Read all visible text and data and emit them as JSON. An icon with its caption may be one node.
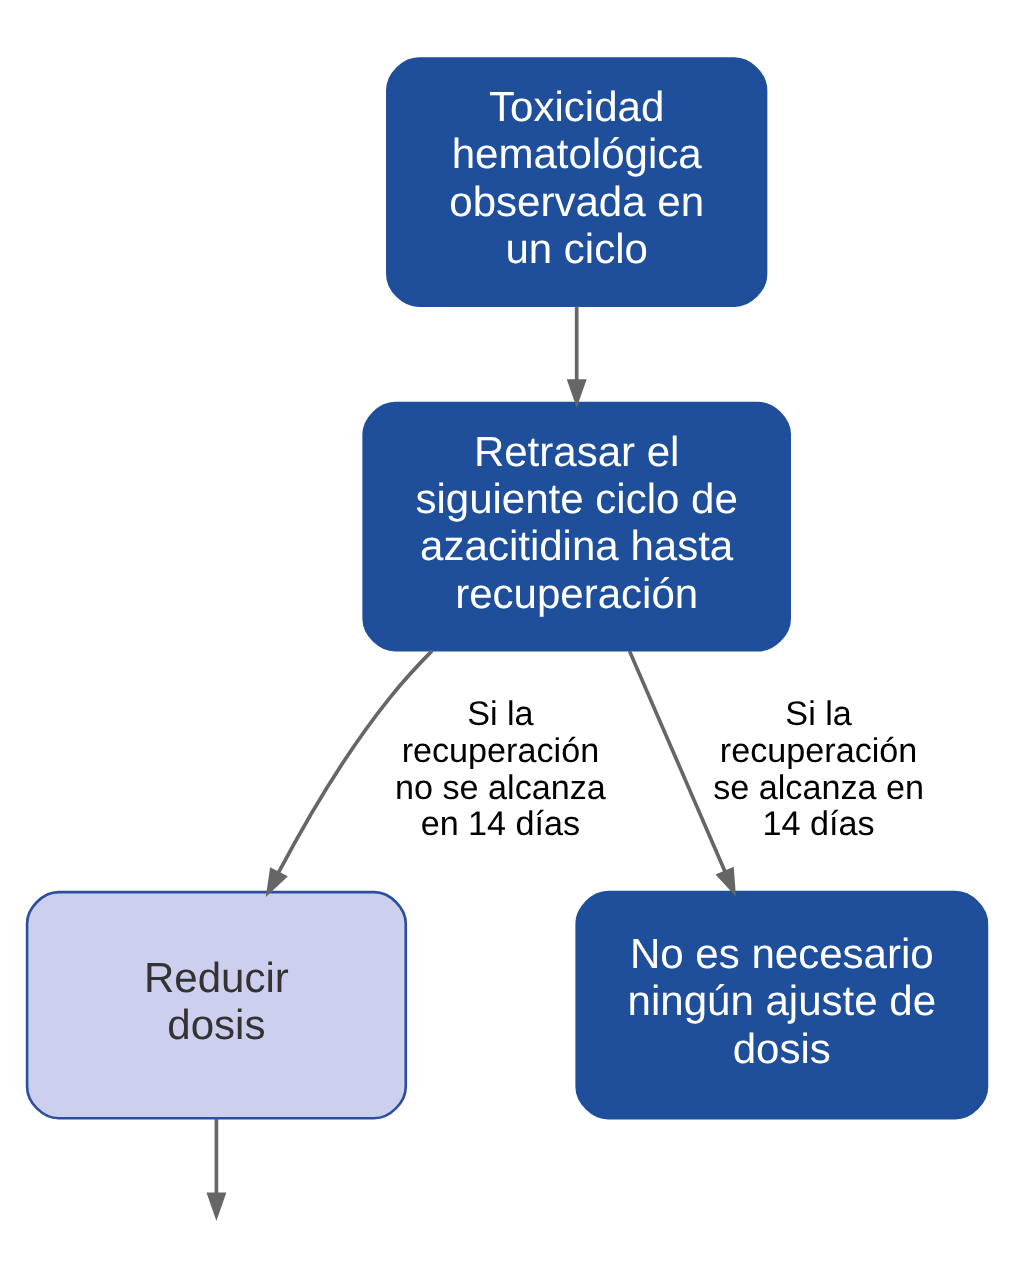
{
  "diagram": {
    "nodes": [
      {
        "text": [
          "Toxicidad hematológica observada en un ciclo"
        ]
      },
      {
        "text": [
          "Retrasar el siguiente ciclo de azacitidina hasta recuperación"
        ]
      },
      {
        "text": [
          "Reducir dosis"
        ]
      },
      {
        "text": [
          "No es necesario ningún ajuste de dosis"
        ]
      }
    ],
    "edges": [
      {
        "from": 0,
        "to": 1,
        "arrow": "to"
      },
      {
        "from": 1,
        "to": 2,
        "arrow": "to",
        "label": "Si la recuperación no se alcanza en 14 días"
      },
      {
        "from": 1,
        "to": 3,
        "arrow": "to",
        "label": "Si la recuperación se alcanza en 14 días"
      },
      {
        "from": 2,
        "to": null,
        "arrow": "to"
      }
    ]
  }
}
